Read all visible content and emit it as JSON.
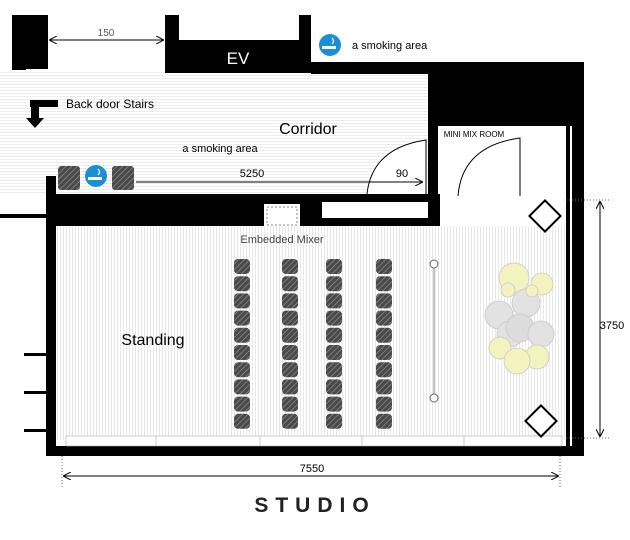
{
  "title": "STUDIO",
  "labels": {
    "ev": "EV",
    "smoking_area_top": "a smoking area",
    "smoking_area_corridor": "a smoking area",
    "back_door_stairs": "Back door Stairs",
    "corridor": "Corridor",
    "mini_mix_room": "MINI MIX ROOM",
    "embedded_mixer": "Embedded Mixer",
    "standing": "Standing"
  },
  "dimensions": {
    "top_gap": "150",
    "corridor_length": "5250",
    "door_offset": "90",
    "studio_depth": "3750",
    "studio_width": "7550"
  },
  "icons": {
    "smoking": "smoking-icon",
    "stairs_arrow": "down-arrow-icon",
    "speaker": "speaker-icon",
    "light": "light-icon",
    "door": "door-swing-icon"
  },
  "colors": {
    "wall": "#000000",
    "smoking_icon": "#1a8fd6",
    "chair_fill": "#555555",
    "light_yellow": "#f3f3c0",
    "light_grey": "#e0e0e0",
    "floor_lines": "#eeeeee"
  }
}
